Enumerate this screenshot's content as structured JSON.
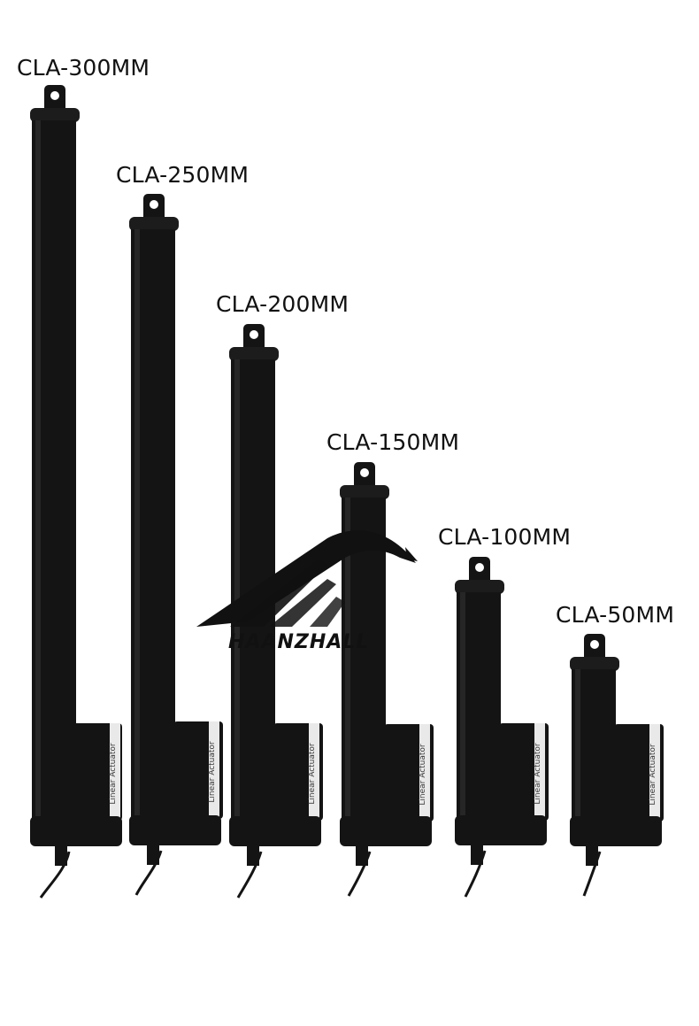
{
  "products": [
    {
      "label": "CLA-300MM",
      "motor_text": "Linear Actuator"
    },
    {
      "label": "CLA-250MM",
      "motor_text": "Linear Actuator"
    },
    {
      "label": "CLA-200MM",
      "motor_text": "Linear Actuator"
    },
    {
      "label": "CLA-150MM",
      "motor_text": "Linear Actuator"
    },
    {
      "label": "CLA-100MM",
      "motor_text": "Linear Actuator"
    },
    {
      "label": "CLA-50MM",
      "motor_text": "Linear Actuator"
    }
  ],
  "watermark": {
    "brand": "HAANZHALL"
  },
  "colors": {
    "background": "#ffffff",
    "actuator_body": "#141414",
    "text": "#111111"
  }
}
